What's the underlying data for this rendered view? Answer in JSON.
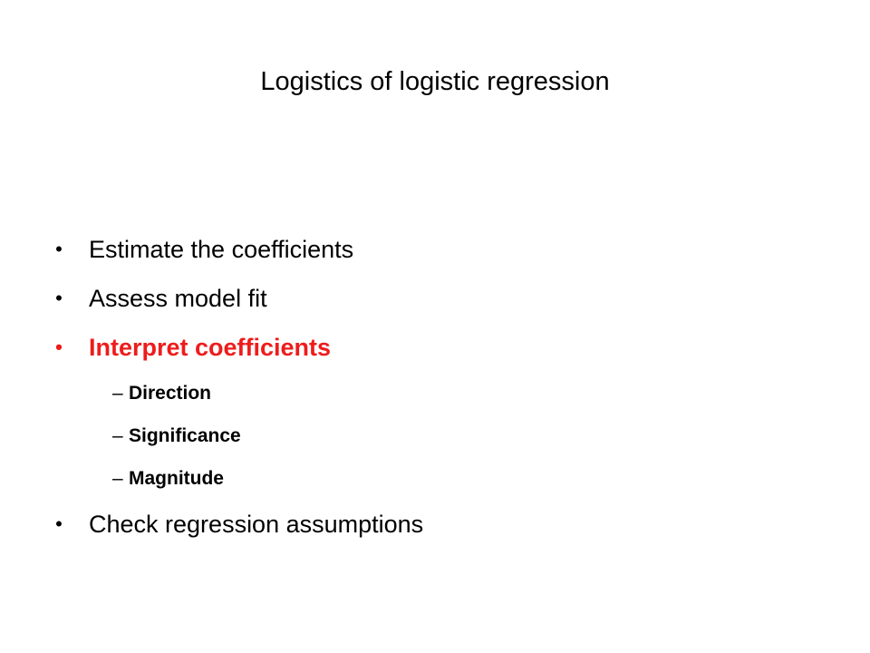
{
  "slide": {
    "title": "Logistics of logistic regression",
    "bullet_symbol": "•",
    "sub_bullet_symbol": "–",
    "highlight_color": "#ee1c1c",
    "text_color": "#000000",
    "items": [
      {
        "text": "Estimate the coefficients"
      },
      {
        "text": "Assess model fit"
      },
      {
        "text": "Interpret coefficients"
      },
      {
        "text": "Check regression assumptions"
      }
    ],
    "sub_items": [
      {
        "text": "Direction"
      },
      {
        "text": "Significance"
      },
      {
        "text": "Magnitude"
      }
    ]
  }
}
